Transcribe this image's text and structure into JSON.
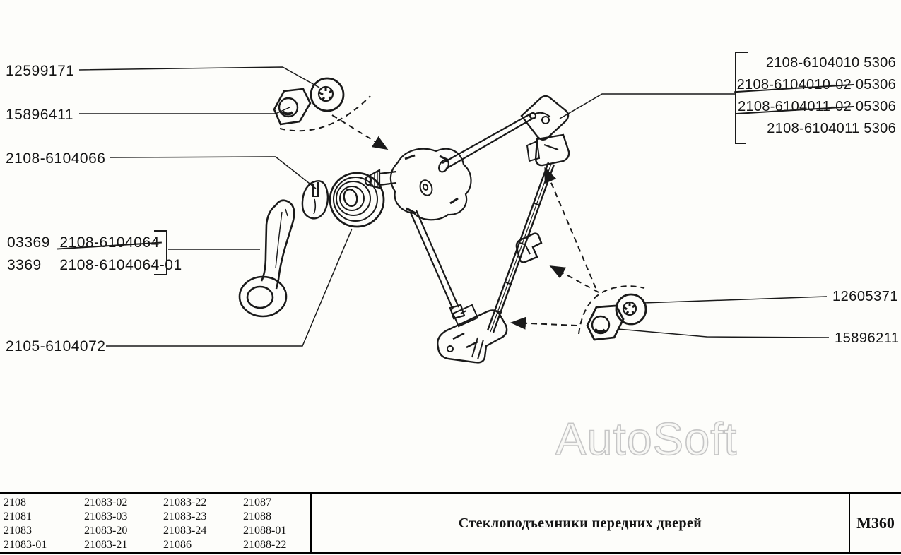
{
  "labels": {
    "left": [
      {
        "text": "12599171"
      },
      {
        "text": "15896411"
      },
      {
        "text": "2108-6104066"
      },
      {
        "text": "2105-6104072"
      }
    ],
    "handle_group": {
      "row1_prefix": "03369",
      "row1_number": "2108-6104064",
      "row2_prefix": "3369",
      "row2_number": "2108-6104064-01"
    },
    "right_top": [
      {
        "number": "2108-6104010",
        "suffix": "5306"
      },
      {
        "number": "2108-6104010-02",
        "suffix": "05306"
      },
      {
        "number": "2108-6104011-02",
        "suffix": "05306"
      },
      {
        "number": "2108-6104011",
        "suffix": "5306"
      }
    ],
    "right_side": [
      {
        "text": "12605371"
      },
      {
        "text": "15896211"
      }
    ]
  },
  "watermark": "AutoSoft",
  "footer": {
    "models": [
      [
        "2108",
        "21083-02",
        "21083-22",
        "21087"
      ],
      [
        "21081",
        "21083-03",
        "21083-23",
        "21088"
      ],
      [
        "21083",
        "21083-20",
        "21083-24",
        "21088-01"
      ],
      [
        "21083-01",
        "21083-21",
        "21086",
        "21088-22"
      ]
    ],
    "title": "Стеклоподъемники передних дверей",
    "page_code": "М360"
  },
  "colors": {
    "line": "#1a1a1a",
    "watermark_stroke": "#c6c6c6",
    "background": "#fdfdfa"
  }
}
